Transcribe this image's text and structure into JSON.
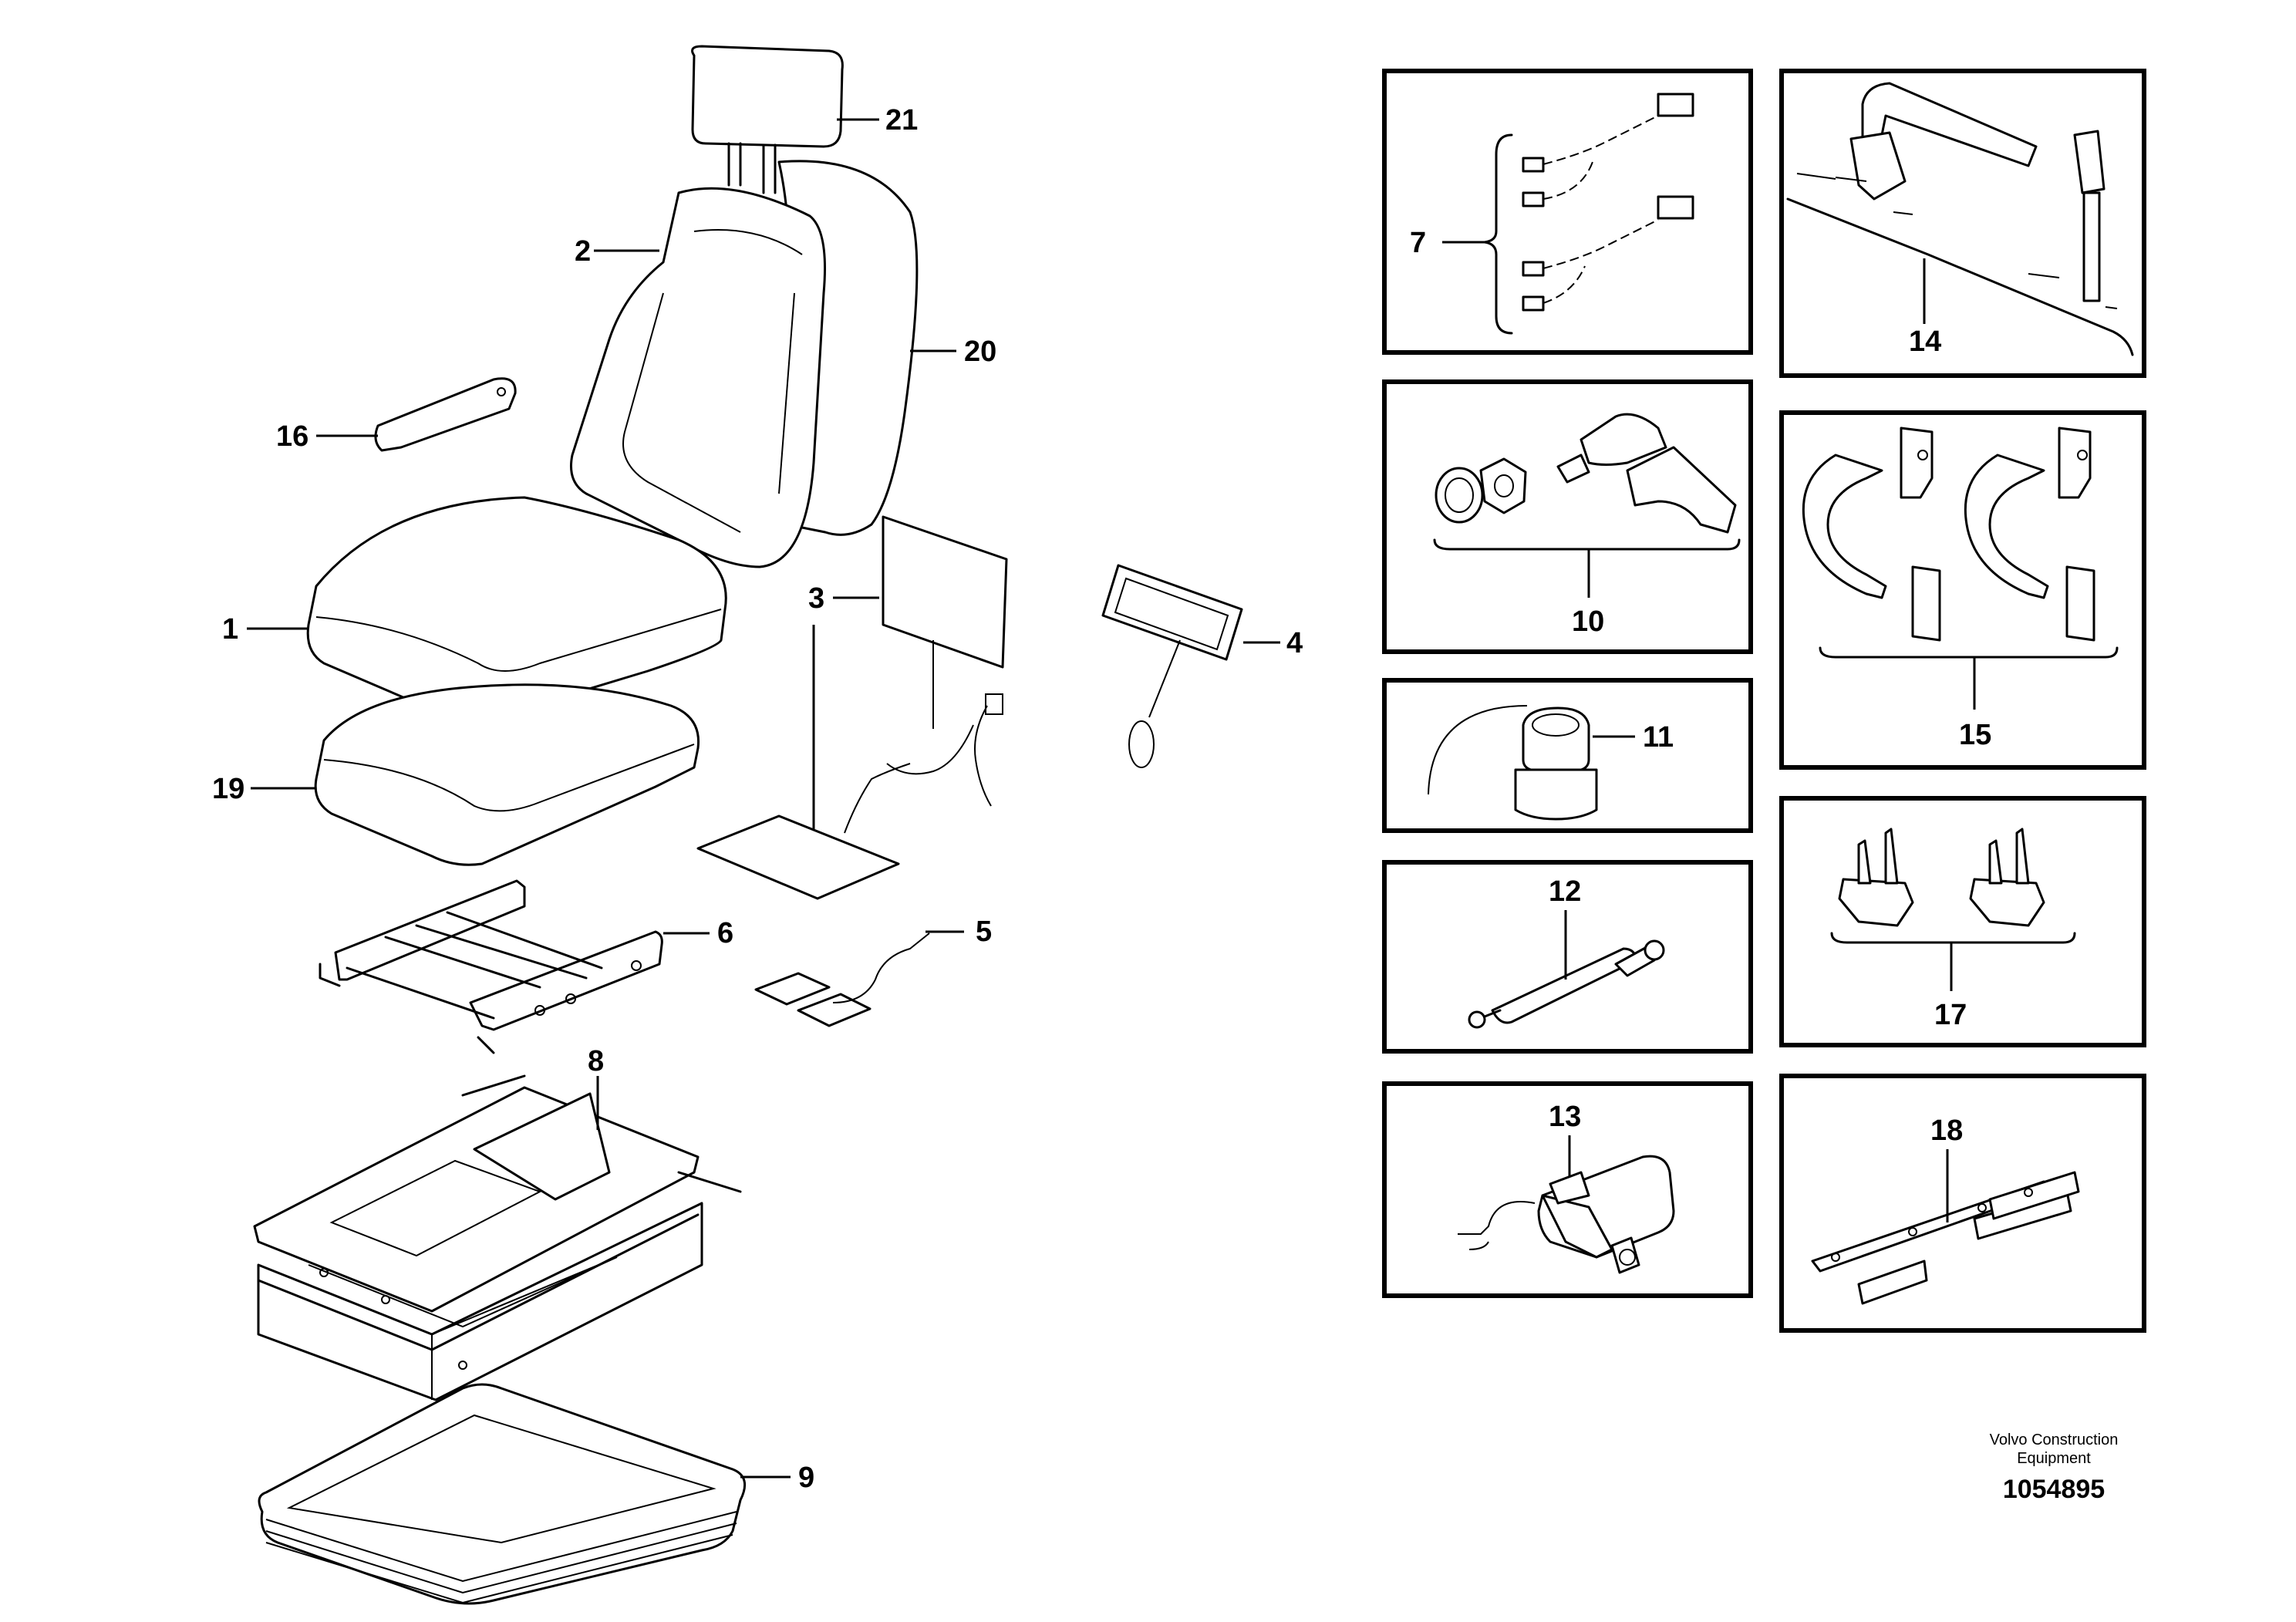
{
  "callouts": {
    "c1": "1",
    "c2": "2",
    "c3": "3",
    "c4": "4",
    "c5": "5",
    "c6": "6",
    "c7": "7",
    "c8": "8",
    "c9": "9",
    "c10": "10",
    "c11": "11",
    "c12": "12",
    "c13": "13",
    "c14": "14",
    "c15": "15",
    "c16": "16",
    "c17": "17",
    "c18": "18",
    "c19": "19",
    "c20": "20",
    "c21": "21"
  },
  "footer": {
    "company_line1": "Volvo Construction",
    "company_line2": "Equipment",
    "reference_number": "1054895"
  }
}
